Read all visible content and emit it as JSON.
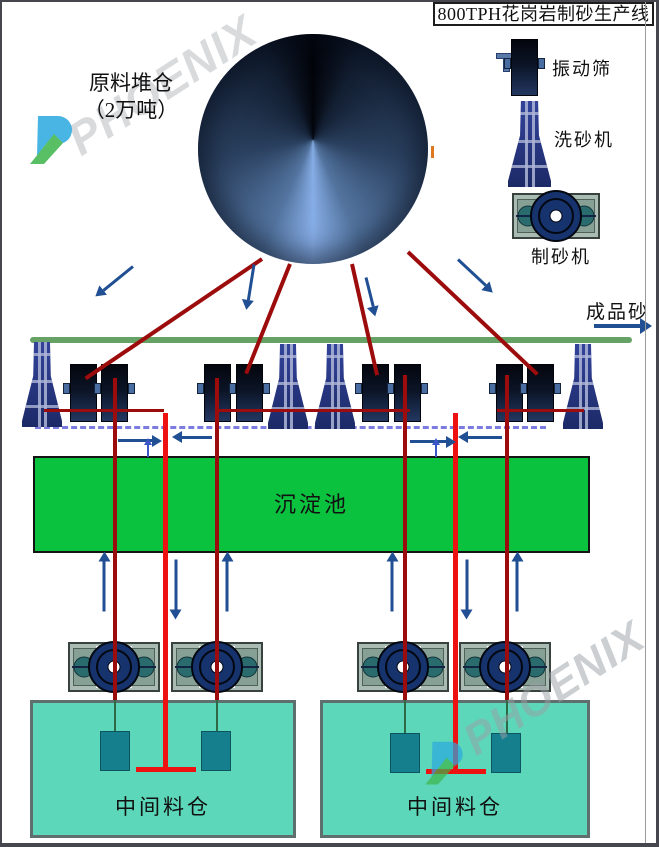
{
  "header": {
    "title": "800TPH花岗岩制砂生产线"
  },
  "legend": {
    "items": [
      {
        "icon": "vibrating-screen-icon",
        "label": "振动筛"
      },
      {
        "icon": "sand-washer-icon",
        "label": "洗砂机"
      },
      {
        "icon": "sand-maker-icon",
        "label": "制砂机"
      }
    ]
  },
  "pile": {
    "line1": "原料堆仓",
    "line2": "（2万吨）"
  },
  "labels": {
    "finished_sand": "成品砂",
    "pool": "沉淀池",
    "bin_left": "中间料仓",
    "bin_right": "中间料仓"
  },
  "watermark": {
    "text": "PHOENIX"
  },
  "colors": {
    "dark_red": "#9c0c0c",
    "bright_red": "#ee1111",
    "arrow_blue": "#204f93",
    "dash_violet": "#7b7be0",
    "belt_green": "#66a166",
    "pool_green": "#0bc23e",
    "bin_teal": "#5cd7b9",
    "machine_navy": "#16336d",
    "logo_blue": "#2aa9e0",
    "logo_green": "#3cb54a"
  }
}
